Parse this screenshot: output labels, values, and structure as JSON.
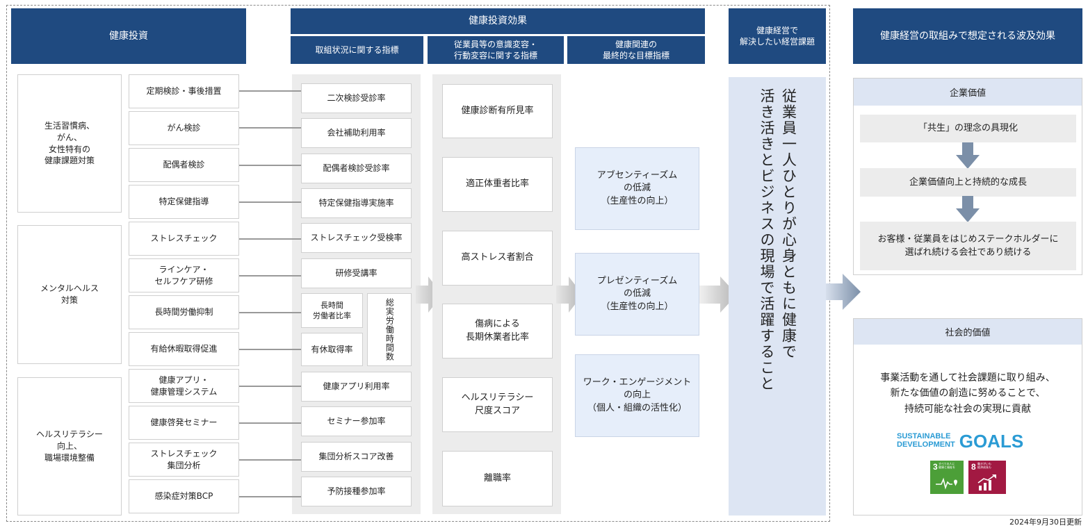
{
  "headers": {
    "investment": "健康投資",
    "effect": "健康投資効果",
    "effect_sub1": "取組状況に関する指標",
    "effect_sub2": "従業員等の意識変容・\n行動変容に関する指標",
    "effect_sub3": "健康関連の\n最終的な目標指標",
    "issue": "健康経営で\n解決したい経営課題",
    "ripple": "健康経営の取組みで想定される波及効果"
  },
  "categories": [
    {
      "label": "生活習慣病、\nがん、\n女性特有の\n健康課題対策"
    },
    {
      "label": "メンタルヘルス\n対策"
    },
    {
      "label": "ヘルスリテラシー\n向上、\n職場環境整備"
    }
  ],
  "measures": [
    "定期検診・事後措置",
    "がん検診",
    "配偶者検診",
    "特定保健指導",
    "ストレスチェック",
    "ラインケア・\nセルフケア研修",
    "長時間労働抑制",
    "有給休暇取得促進",
    "健康アプリ・\n健康管理システム",
    "健康啓発セミナー",
    "ストレスチェック\n集団分析",
    "感染症対策BCP"
  ],
  "indicators": [
    "二次検診受診率",
    "会社補助利用率",
    "配偶者検診受診率",
    "特定保健指導実施率",
    "ストレスチェック受検率",
    "研修受講率",
    "長時間\n労働者比率",
    "有休取得率",
    "総実労働時間数",
    "健康アプリ利用率",
    "セミナー参加率",
    "集団分析スコア改善",
    "予防接種参加率"
  ],
  "behavior_indicators": [
    "健康診断有所見率",
    "適正体重者比率",
    "高ストレス者割合",
    "傷病による\n長期休業者比率",
    "ヘルスリテラシー\n尺度スコア",
    "離職率"
  ],
  "final_targets": [
    "アブセンティーズム\nの低減\n（生産性の向上）",
    "プレゼンティーズム\nの低減\n（生産性の向上）",
    "ワーク・エンゲージメント\nの向上\n（個人・組織の活性化）"
  ],
  "issue_text": "従業員一人ひとりが心身ともに健康で\n活き活きとビジネスの現場で活躍すること",
  "corporate_value": {
    "title": "企業価値",
    "items": [
      "「共生」の理念の具現化",
      "企業価値向上と持続的な成長",
      "お客様・従業員をはじめステークホルダーに\n選ばれ続ける会社であり続ける"
    ]
  },
  "social_value": {
    "title": "社会的価値",
    "text": "事業活動を通して社会課題に取り組み、\n新たな価値の創造に努めることで、\n持続可能な社会の実現に貢献",
    "sdg_logo_line1": "SUSTAINABLE",
    "sdg_logo_line2": "DEVELOPMENT",
    "sdg_goals_word": "GOALS",
    "sdg3_number": "3",
    "sdg3_label": "すべての人に\n健康と福祉を",
    "sdg8_number": "8",
    "sdg8_label": "働きがいも\n経済成長も"
  },
  "updated": "2024年9月30日更新",
  "colors": {
    "header": "#1f4a80",
    "sdg3": "#4c9f38",
    "sdg8": "#a21942",
    "arrow_corp": "#7b8fa8",
    "arrow_big": "#b8c2d6"
  }
}
